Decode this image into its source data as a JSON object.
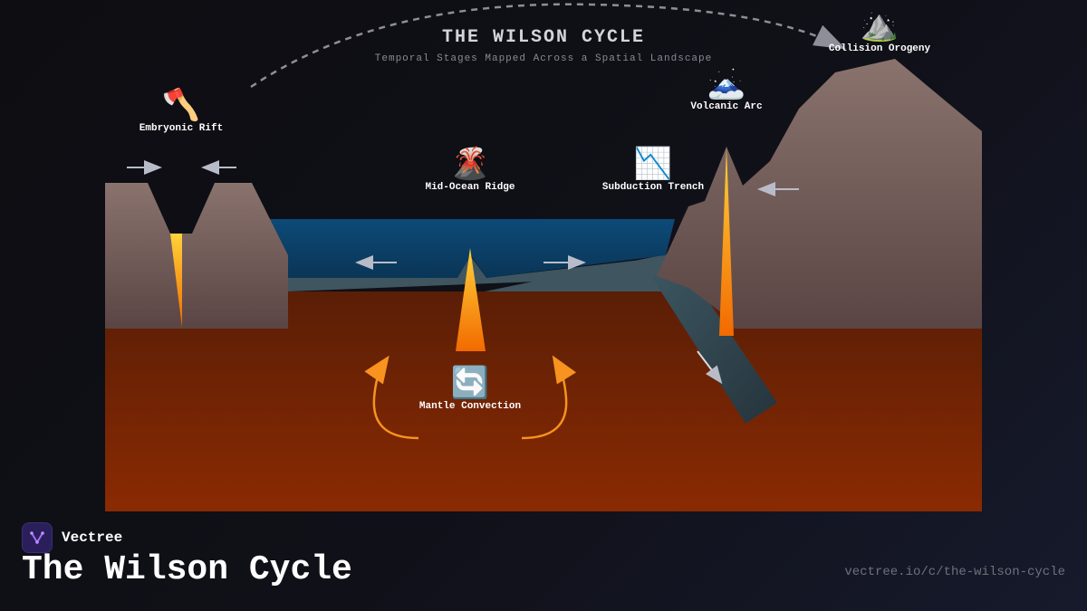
{
  "header": {
    "title": "THE WILSON CYCLE",
    "subtitle": "Temporal Stages Mapped Across a Spatial Landscape"
  },
  "stages": [
    {
      "icon": "🪓",
      "icon_name": "axe-icon",
      "label": "Embryonic Rift"
    },
    {
      "icon": "🌋",
      "icon_name": "volcano-icon",
      "label": "Mid-Ocean Ridge"
    },
    {
      "icon": "📉",
      "icon_name": "chart-decreasing-icon",
      "label": "Subduction Trench"
    },
    {
      "icon": "🗻",
      "icon_name": "mountain-snow-icon",
      "label": "Volcanic Arc"
    },
    {
      "icon": "⛰️",
      "icon_name": "mountain-icon",
      "label": "Collision Orogeny"
    }
  ],
  "convection": {
    "icon": "🔄",
    "icon_name": "cycle-arrows-icon",
    "label": "Mantle Convection"
  },
  "colors": {
    "background": "#0f0f14",
    "crust": "#7a6460",
    "ocean": "#0d4f80",
    "mantle_top": "#5a1e06",
    "mantle_bottom": "#8a2a02",
    "magma": "#f57c00",
    "arrow_accent": "#f7931e"
  },
  "brand": {
    "name": "Vectree"
  },
  "footer": {
    "title": "The Wilson Cycle",
    "url": "vectree.io/c/the-wilson-cycle"
  }
}
